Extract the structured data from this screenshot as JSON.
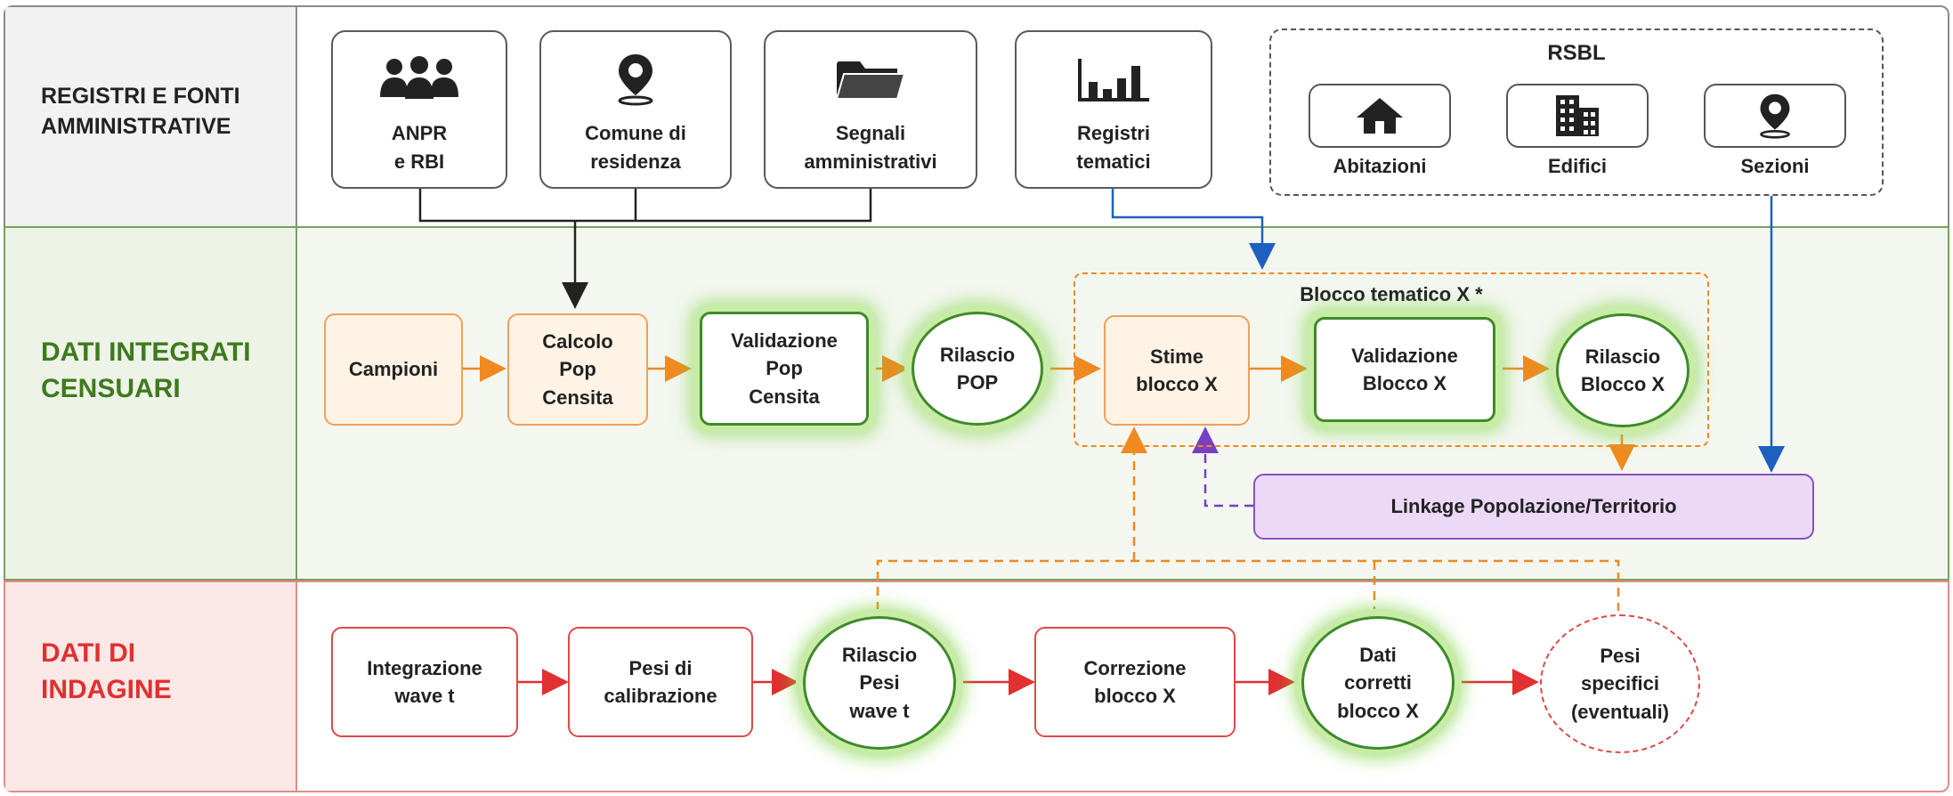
{
  "bands": {
    "top": {
      "label_line1": "REGISTRI E FONTI",
      "label_line2": "AMMINISTRATIVE"
    },
    "mid": {
      "label_line1": "DATI INTEGRATI",
      "label_line2": "CENSUARI"
    },
    "bot": {
      "label_line1": "DATI DI",
      "label_line2": "INDAGINE"
    }
  },
  "sources": {
    "anpr": {
      "line1": "ANPR",
      "line2": "e RBI",
      "icon": "people-icon"
    },
    "comune": {
      "line1": "Comune di",
      "line2": "residenza",
      "icon": "map-pin-icon"
    },
    "segnali": {
      "line1": "Segnali",
      "line2": "amministrativi",
      "icon": "folder-icon"
    },
    "registri": {
      "line1": "Registri",
      "line2": "tematici",
      "icon": "bar-chart-icon"
    }
  },
  "rsbl": {
    "title": "RSBL",
    "items": [
      {
        "label": "Abitazioni",
        "icon": "house-icon"
      },
      {
        "label": "Edifici",
        "icon": "building-icon"
      },
      {
        "label": "Sezioni",
        "icon": "map-pin-icon"
      }
    ]
  },
  "mid_nodes": {
    "campioni": "Campioni",
    "calcolo": {
      "line1": "Calcolo",
      "line2": "Pop",
      "line3": "Censita"
    },
    "validazione_pop": {
      "line1": "Validazione",
      "line2": "Pop",
      "line3": "Censita"
    },
    "rilascio_pop": {
      "line1": "Rilascio",
      "line2": "POP"
    },
    "blocco_title": "Blocco tematico X *",
    "stime": {
      "line1": "Stime",
      "line2": "blocco X"
    },
    "validazione_blocco": {
      "line1": "Validazione",
      "line2": "Blocco X"
    },
    "rilascio_blocco": {
      "line1": "Rilascio",
      "line2": "Blocco X"
    },
    "linkage": "Linkage Popolazione/Territorio"
  },
  "bot_nodes": {
    "integrazione": {
      "line1": "Integrazione",
      "line2": "wave t"
    },
    "pesi_calibrazione": {
      "line1": "Pesi di",
      "line2": "calibrazione"
    },
    "rilascio_pesi": {
      "line1": "Rilascio",
      "line2": "Pesi",
      "line3": "wave t"
    },
    "correzione": {
      "line1": "Correzione",
      "line2": "blocco X"
    },
    "dati_corretti": {
      "line1": "Dati",
      "line2": "corretti",
      "line3": "blocco X"
    },
    "pesi_specifici": {
      "line1": "Pesi",
      "line2": "specifici",
      "line3": "(eventuali)"
    }
  },
  "colors": {
    "orange_flow": "#f08a20",
    "blue_flow": "#1f5fc0",
    "red_flow": "#e03030",
    "purple_flow": "#7a3fc0",
    "green_glow": "#c8eca8"
  }
}
